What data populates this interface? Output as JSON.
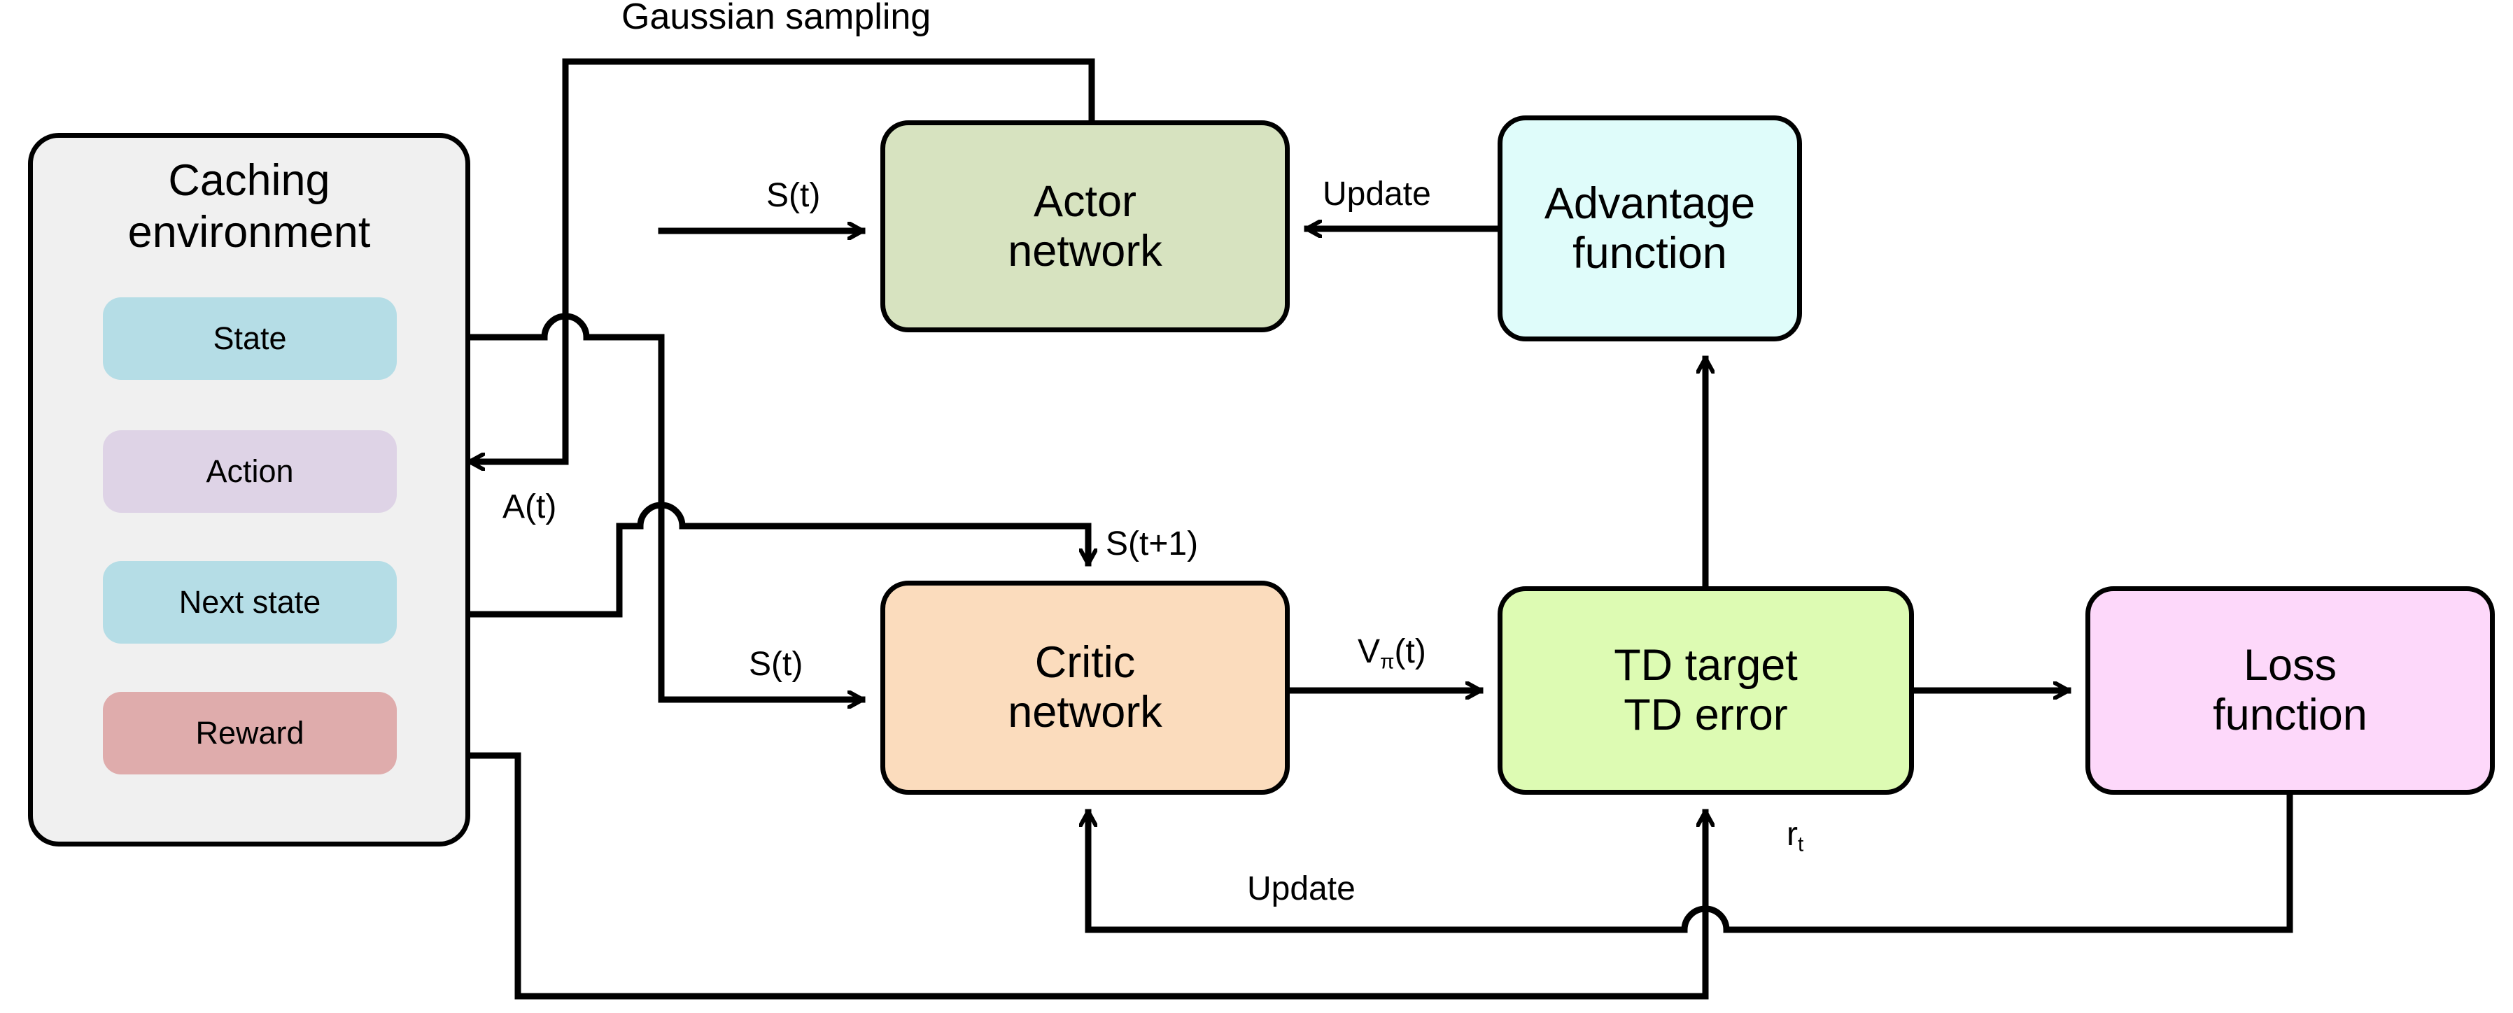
{
  "diagram": {
    "title": "Actor-critic caching reinforcement learning architecture",
    "type": "flowchart",
    "background": "#ffffff",
    "stroke": "#000000"
  },
  "environment": {
    "title": "Caching\nenvironment",
    "fill": "#f0f0f0",
    "items": [
      {
        "label": "State",
        "fill": "#b5dde6"
      },
      {
        "label": "Action",
        "fill": "#ded3e6"
      },
      {
        "label": "Next state",
        "fill": "#b5dde6"
      },
      {
        "label": "Reward",
        "fill": "#dfacac"
      }
    ]
  },
  "nodes": [
    {
      "id": "actor",
      "label": "Actor\nnetwork",
      "fill": "#d7e3c0"
    },
    {
      "id": "advantage",
      "label": "Advantage\nfunction",
      "fill": "#dffcfa"
    },
    {
      "id": "critic",
      "label": "Critic\nnetwork",
      "fill": "#fbdcbd"
    },
    {
      "id": "tdtarget",
      "label": "TD target\nTD error",
      "fill": "#ddfbb3"
    },
    {
      "id": "loss",
      "label": "Loss\nfunction",
      "fill": "#fdd8fa"
    }
  ],
  "edge_labels": {
    "gaussian_sampling": "Gaussian sampling",
    "state_to_actor": "S(t)",
    "update_advantage_to_actor": "Update",
    "action_to_env": "A(t)",
    "next_state_to_critic": "S(t+1)",
    "state_to_critic": "S(t)",
    "critic_to_tdtarget": "V",
    "critic_to_tdtarget_sub": "π",
    "critic_to_tdtarget_tail": "(t)",
    "reward_to_tdtarget": "r",
    "reward_to_tdtarget_sub": "t",
    "update_loss_to_critic": "Update"
  },
  "edges": [
    {
      "from": "environment.state",
      "to": "actor",
      "label": "S(t)"
    },
    {
      "from": "environment.state",
      "to": "critic",
      "label": "S(t)"
    },
    {
      "from": "actor",
      "to": "environment.action",
      "label": "Gaussian sampling / A(t)"
    },
    {
      "from": "environment.next_state",
      "to": "critic",
      "label": "S(t+1)"
    },
    {
      "from": "critic",
      "to": "tdtarget",
      "label": "Vπ(t)"
    },
    {
      "from": "environment.reward",
      "to": "tdtarget",
      "label": "rt"
    },
    {
      "from": "tdtarget",
      "to": "loss",
      "label": ""
    },
    {
      "from": "tdtarget",
      "to": "advantage",
      "label": ""
    },
    {
      "from": "advantage",
      "to": "actor",
      "label": "Update"
    },
    {
      "from": "loss",
      "to": "critic",
      "label": "Update"
    }
  ]
}
